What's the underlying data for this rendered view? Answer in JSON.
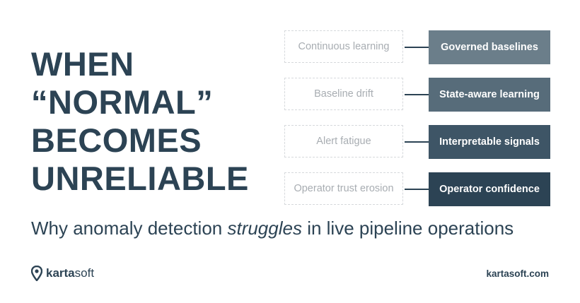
{
  "headline": {
    "line1": "WHEN",
    "line2": "“NORMAL”",
    "line3": "BECOMES",
    "line4": "UNRELIABLE"
  },
  "comparison": [
    {
      "problem": "Continuous learning",
      "solution": "Governed baselines",
      "color": "#6b7e8a"
    },
    {
      "problem": "Baseline drift",
      "solution": "State-aware learning",
      "color": "#576c7a"
    },
    {
      "problem": "Alert fatigue",
      "solution": "Interpretable signals",
      "color": "#3e5566"
    },
    {
      "problem": "Operator trust erosion",
      "solution": "Operator confidence",
      "color": "#2c4354"
    }
  ],
  "subtitle": {
    "before": "Why anomaly detection ",
    "emphasis": "struggles",
    "after": " in live pipeline operations"
  },
  "brand": {
    "name_bold": "karta",
    "name_light": "soft",
    "icon": "map-pin-icon",
    "website": "kartasoft.com"
  },
  "colors": {
    "primary": "#2c4354",
    "muted_text": "#a8adb2",
    "dashed_border": "#d6d9dc"
  }
}
